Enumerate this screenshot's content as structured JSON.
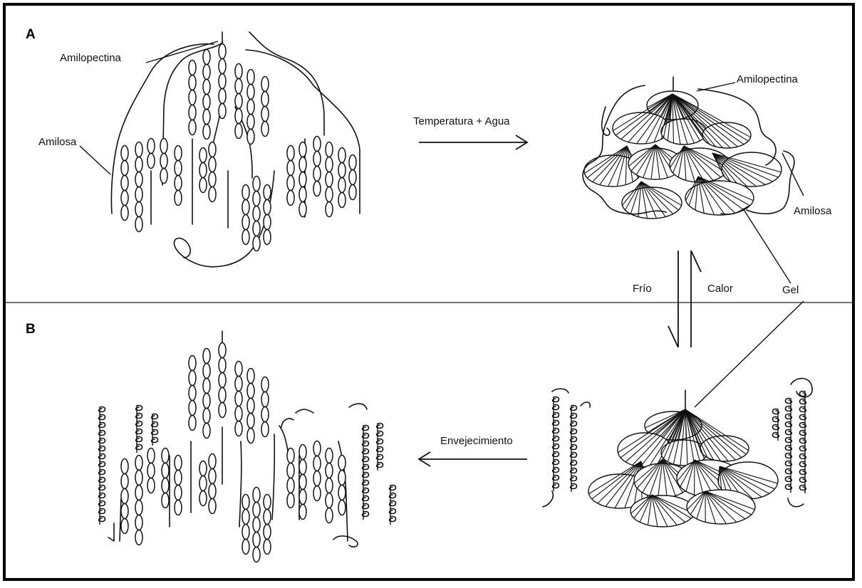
{
  "panels": {
    "a": "A",
    "b": "B"
  },
  "labels": {
    "amilopectina_a": "Amilopectina",
    "amilosa_a": "Amilosa",
    "temperatura_agua": "Temperatura + Agua",
    "amilopectina_gel": "Amilopectina",
    "amilosa_gel": "Amilosa",
    "frio": "Frío",
    "calor": "Calor",
    "gel": "Gel",
    "envejecimiento": "Envejecimiento"
  }
}
